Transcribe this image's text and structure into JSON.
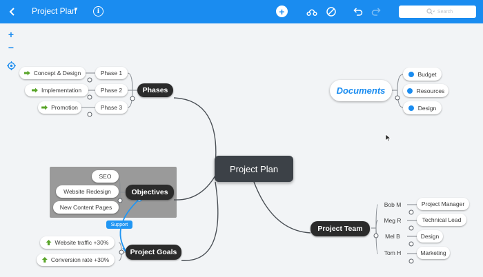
{
  "toolbar": {
    "title": "Project Plan",
    "info_label": "i",
    "add_label": "+",
    "search_placeholder": "Search"
  },
  "zoom": {
    "in_label": "+",
    "out_label": "−"
  },
  "map": {
    "central": "Project Plan",
    "phases": {
      "label": "Phases",
      "items": [
        {
          "phase": "Phase 1",
          "task": "Concept & Design"
        },
        {
          "phase": "Phase 2",
          "task": "Implementation"
        },
        {
          "phase": "Phase 3",
          "task": "Promotion"
        }
      ]
    },
    "documents": {
      "label": "Documents",
      "items": [
        "Budget",
        "Resources",
        "Design"
      ]
    },
    "objectives": {
      "label": "Objectives",
      "items": [
        "SEO",
        "Website Redesign",
        "New Content Pages"
      ]
    },
    "goals": {
      "label": "Project Goals",
      "items": [
        "Website traffic +30%",
        "Conversion rate +30%"
      ]
    },
    "support_label": "Support",
    "team": {
      "label": "Project Team",
      "members": [
        {
          "name": "Bob M",
          "role": "Project Manager"
        },
        {
          "name": "Meg R",
          "role": "Technical Lead"
        },
        {
          "name": "Mel B",
          "role": "Design"
        },
        {
          "name": "Tom H",
          "role": "Marketing"
        }
      ]
    }
  },
  "colors": {
    "toolbar": "#1a8cf0",
    "central": "#3c4147",
    "branch": "#2b2b2b",
    "accent_blue": "#1a8cf0",
    "task_arrow": "#5aa52a",
    "group_box": "#9a9a9a"
  }
}
